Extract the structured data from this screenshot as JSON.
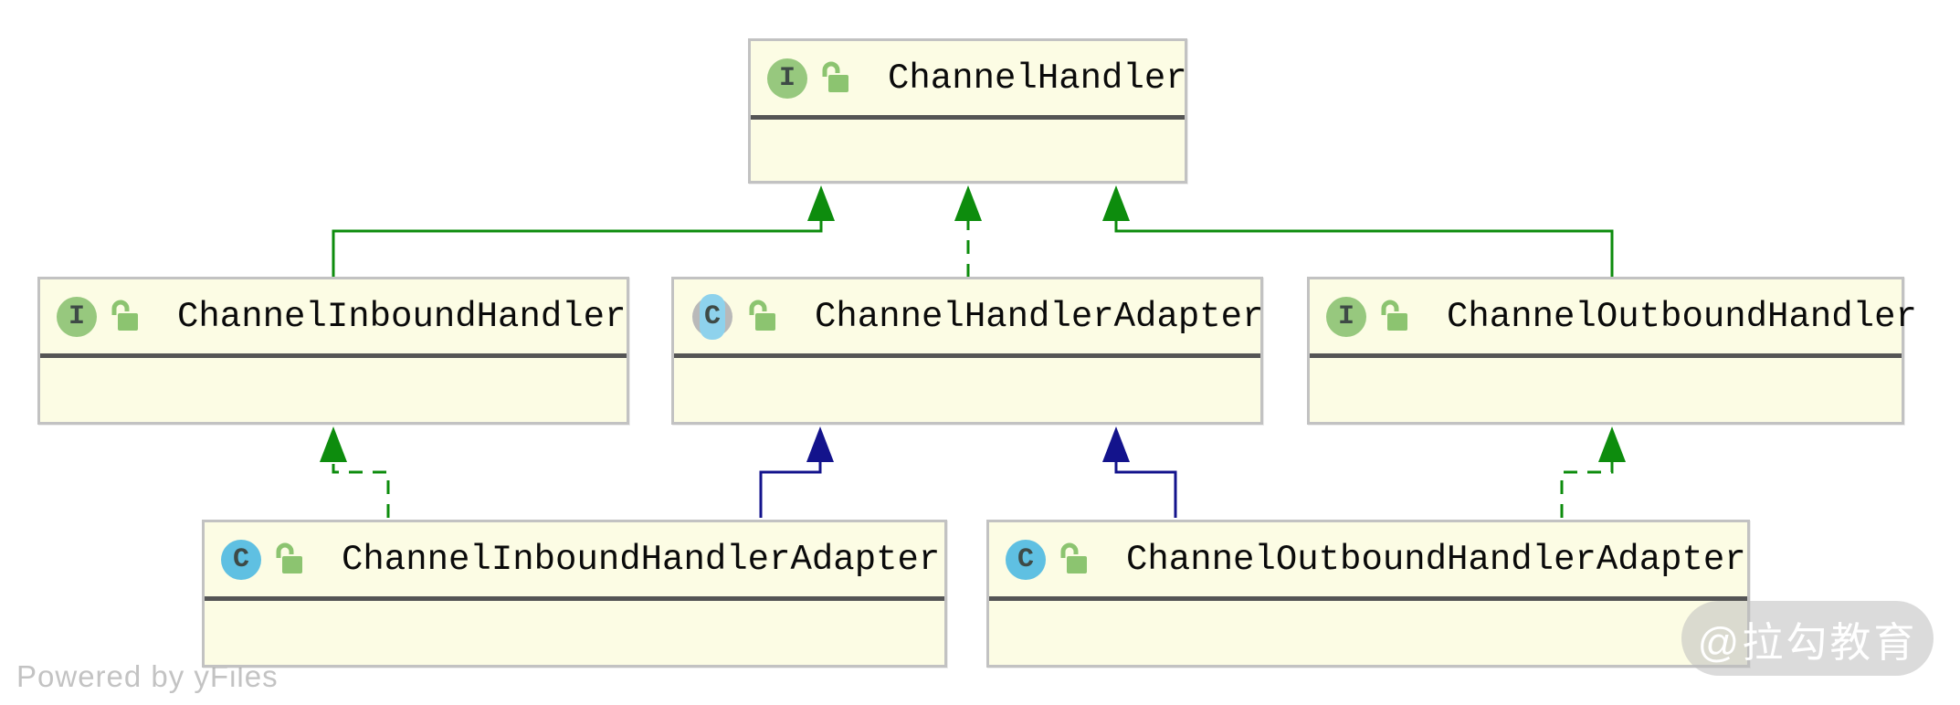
{
  "diagram": {
    "title": "Netty ChannelHandler class hierarchy",
    "nodes": [
      {
        "id": "ChannelHandler",
        "label": "ChannelHandler",
        "kind": "interface",
        "icon": "I",
        "visibility": "public"
      },
      {
        "id": "ChannelInboundHandler",
        "label": "ChannelInboundHandler",
        "kind": "interface",
        "icon": "I",
        "visibility": "public"
      },
      {
        "id": "ChannelHandlerAdapter",
        "label": "ChannelHandlerAdapter",
        "kind": "abstract-class",
        "icon": "C",
        "visibility": "public"
      },
      {
        "id": "ChannelOutboundHandler",
        "label": "ChannelOutboundHandler",
        "kind": "interface",
        "icon": "I",
        "visibility": "public"
      },
      {
        "id": "ChannelInboundHandlerAdapter",
        "label": "ChannelInboundHandlerAdapter",
        "kind": "class",
        "icon": "C",
        "visibility": "public"
      },
      {
        "id": "ChannelOutboundHandlerAdapter",
        "label": "ChannelOutboundHandlerAdapter",
        "kind": "class",
        "icon": "C",
        "visibility": "public"
      }
    ],
    "edges": [
      {
        "from": "ChannelInboundHandler",
        "to": "ChannelHandler",
        "relation": "extends",
        "line": "solid",
        "color": "#0d8c0d"
      },
      {
        "from": "ChannelHandlerAdapter",
        "to": "ChannelHandler",
        "relation": "implements",
        "line": "dashed",
        "color": "#0d8c0d"
      },
      {
        "from": "ChannelOutboundHandler",
        "to": "ChannelHandler",
        "relation": "extends",
        "line": "solid",
        "color": "#0d8c0d"
      },
      {
        "from": "ChannelInboundHandlerAdapter",
        "to": "ChannelInboundHandler",
        "relation": "implements",
        "line": "dashed",
        "color": "#0d8c0d"
      },
      {
        "from": "ChannelInboundHandlerAdapter",
        "to": "ChannelHandlerAdapter",
        "relation": "extends",
        "line": "solid",
        "color": "#13138c"
      },
      {
        "from": "ChannelOutboundHandlerAdapter",
        "to": "ChannelHandlerAdapter",
        "relation": "extends",
        "line": "solid",
        "color": "#13138c"
      },
      {
        "from": "ChannelOutboundHandlerAdapter",
        "to": "ChannelOutboundHandler",
        "relation": "implements",
        "line": "dashed",
        "color": "#0d8c0d"
      }
    ]
  },
  "footer": {
    "powered_by": "Powered by yFiles"
  },
  "watermark": {
    "text": "@拉勾教育"
  },
  "colors": {
    "node_fill": "#fcfce4",
    "node_border": "#c2c2c2",
    "separator": "#555555",
    "extends_interface_arrow": "#0d8c0d",
    "extends_class_arrow": "#13138c",
    "interface_badge": "#97c87e",
    "class_badge": "#5fc0e2",
    "abstract_badge_band": "#8ed2ec",
    "lock_icon": "#8cc470",
    "watermark_pill": "rgba(190,190,190,0.55)"
  }
}
